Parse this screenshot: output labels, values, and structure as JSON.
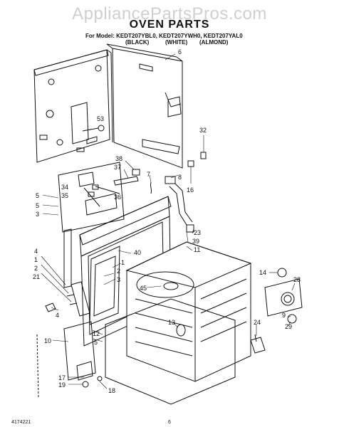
{
  "watermark": "AppliancePartsPros.com",
  "title": "OVEN PARTS",
  "model_line": "For Model: KEDT207YBL0, KEDT207YWH0, KEDT207YAL0",
  "colors": [
    "(BLACK)",
    "(WHITE)",
    "(ALMOND)"
  ],
  "footer_left": "4174221",
  "footer_page": "6",
  "callouts": [
    {
      "id": "6a",
      "text": "6"
    },
    {
      "id": "53",
      "text": "53"
    },
    {
      "id": "32",
      "text": "32"
    },
    {
      "id": "38",
      "text": "38"
    },
    {
      "id": "37",
      "text": "37"
    },
    {
      "id": "7",
      "text": "7"
    },
    {
      "id": "8",
      "text": "8"
    },
    {
      "id": "16",
      "text": "16"
    },
    {
      "id": "34",
      "text": "34"
    },
    {
      "id": "35",
      "text": "35"
    },
    {
      "id": "36",
      "text": "36"
    },
    {
      "id": "5a",
      "text": "5"
    },
    {
      "id": "5b",
      "text": "5"
    },
    {
      "id": "3a",
      "text": "3"
    },
    {
      "id": "23",
      "text": "23"
    },
    {
      "id": "39",
      "text": "39"
    },
    {
      "id": "11",
      "text": "11"
    },
    {
      "id": "40",
      "text": "40"
    },
    {
      "id": "1a",
      "text": "1"
    },
    {
      "id": "2a",
      "text": "2"
    },
    {
      "id": "3b",
      "text": "3"
    },
    {
      "id": "l4",
      "text": "4"
    },
    {
      "id": "l1",
      "text": "1"
    },
    {
      "id": "l2",
      "text": "2"
    },
    {
      "id": "l21",
      "text": "21"
    },
    {
      "id": "45",
      "text": "45"
    },
    {
      "id": "14",
      "text": "14"
    },
    {
      "id": "28",
      "text": "28"
    },
    {
      "id": "4b",
      "text": "4"
    },
    {
      "id": "10",
      "text": "10"
    },
    {
      "id": "13",
      "text": "13"
    },
    {
      "id": "12",
      "text": "12"
    },
    {
      "id": "5c",
      "text": "5"
    },
    {
      "id": "24",
      "text": "24"
    },
    {
      "id": "9",
      "text": "9"
    },
    {
      "id": "29",
      "text": "29"
    },
    {
      "id": "17",
      "text": "17"
    },
    {
      "id": "19",
      "text": "19"
    },
    {
      "id": "18",
      "text": "18"
    }
  ]
}
